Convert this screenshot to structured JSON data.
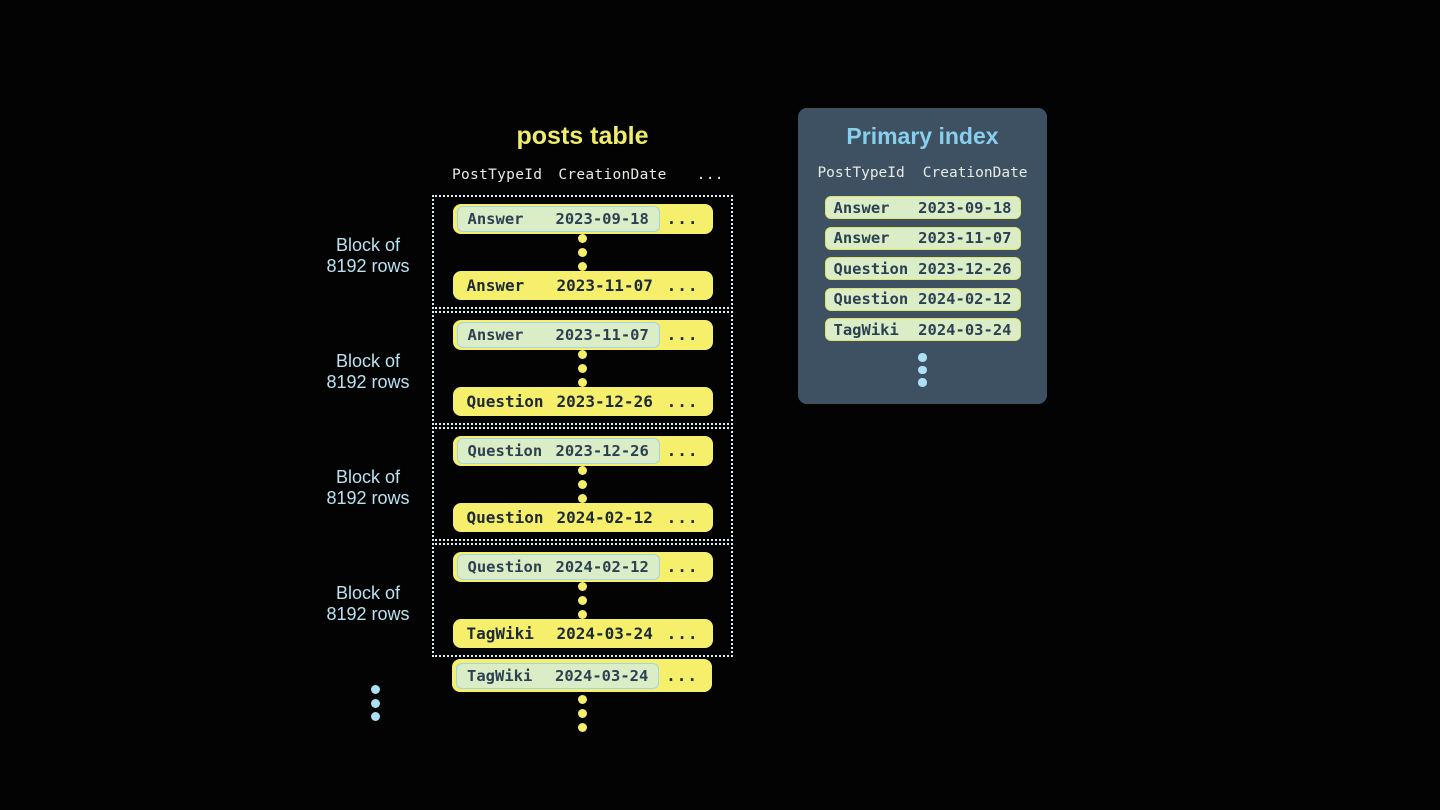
{
  "posts_table": {
    "title": "posts table",
    "headers": {
      "col1": "PostTypeId",
      "col2": "CreationDate",
      "col3": "..."
    },
    "block_label": {
      "line1": "Block of",
      "line2": "8192 rows"
    },
    "blocks": [
      {
        "first_row": {
          "post_type": "Answer",
          "creation_date": "2023-09-18",
          "more": "..."
        },
        "last_row": {
          "post_type": "Answer",
          "creation_date": "2023-11-07",
          "more": "..."
        }
      },
      {
        "first_row": {
          "post_type": "Answer",
          "creation_date": "2023-11-07",
          "more": "..."
        },
        "last_row": {
          "post_type": "Question",
          "creation_date": "2023-12-26",
          "more": "..."
        }
      },
      {
        "first_row": {
          "post_type": "Question",
          "creation_date": "2023-12-26",
          "more": "..."
        },
        "last_row": {
          "post_type": "Question",
          "creation_date": "2024-02-12",
          "more": "..."
        }
      },
      {
        "first_row": {
          "post_type": "Question",
          "creation_date": "2024-02-12",
          "more": "..."
        },
        "last_row": {
          "post_type": "TagWiki",
          "creation_date": "2024-03-24",
          "more": "..."
        }
      }
    ],
    "trailing_row": {
      "post_type": "TagWiki",
      "creation_date": "2024-03-24",
      "more": "..."
    }
  },
  "primary_index": {
    "title": "Primary index",
    "headers": {
      "col1": "PostTypeId",
      "col2": "CreationDate"
    },
    "entries": [
      {
        "post_type": "Answer",
        "creation_date": "2023-09-18"
      },
      {
        "post_type": "Answer",
        "creation_date": "2023-11-07"
      },
      {
        "post_type": "Question",
        "creation_date": "2023-12-26"
      },
      {
        "post_type": "Question",
        "creation_date": "2024-02-12"
      },
      {
        "post_type": "TagWiki",
        "creation_date": "2024-03-24"
      }
    ]
  },
  "colors": {
    "background": "#030303",
    "row_yellow": "#f6ef6c",
    "title_yellow": "#f0ec6b",
    "dark_text": "#1d2a33",
    "badge_green": "#dbedc7",
    "badge_border_blue": "#a2d5e8",
    "badge_border_yellow": "#e0e369",
    "badge_text": "#2d4051",
    "header_text": "#e8eae4",
    "light_blue_text": "#b9e2f1",
    "panel_bg": "#3d5163",
    "panel_title_blue": "#89cfec",
    "dotted_border": "#d9eef7",
    "blue_dot": "#ace0f5"
  }
}
